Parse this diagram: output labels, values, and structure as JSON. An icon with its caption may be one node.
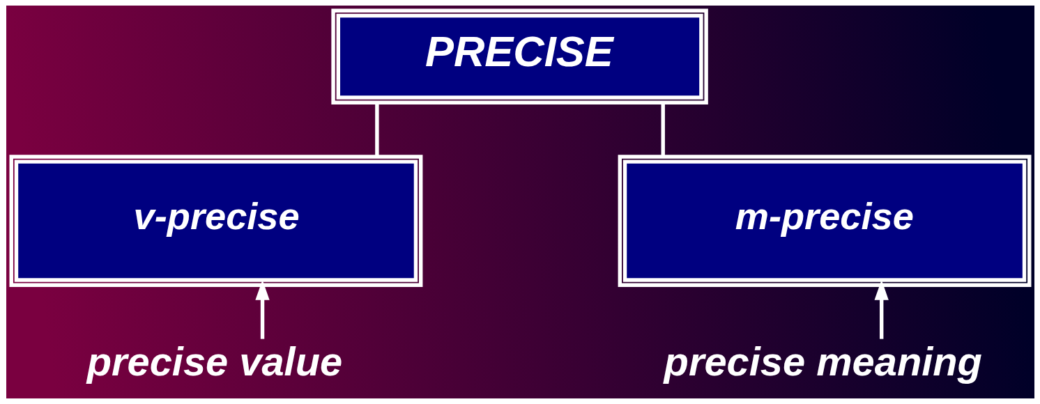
{
  "diagram": {
    "nodes": [
      {
        "text": [
          "PRECISE"
        ]
      },
      {
        "text": [
          "v-precise"
        ]
      },
      {
        "text": [
          "m-precise"
        ]
      },
      {
        "text": [
          "precise value"
        ]
      },
      {
        "text": [
          "precise meaning"
        ]
      }
    ],
    "edges": [
      {
        "from": 0,
        "to": 1,
        "arrow": "none"
      },
      {
        "from": 0,
        "to": 2,
        "arrow": "none"
      },
      {
        "from": 3,
        "to": 1,
        "arrow": "to"
      },
      {
        "from": 4,
        "to": 2,
        "arrow": "to"
      }
    ]
  }
}
